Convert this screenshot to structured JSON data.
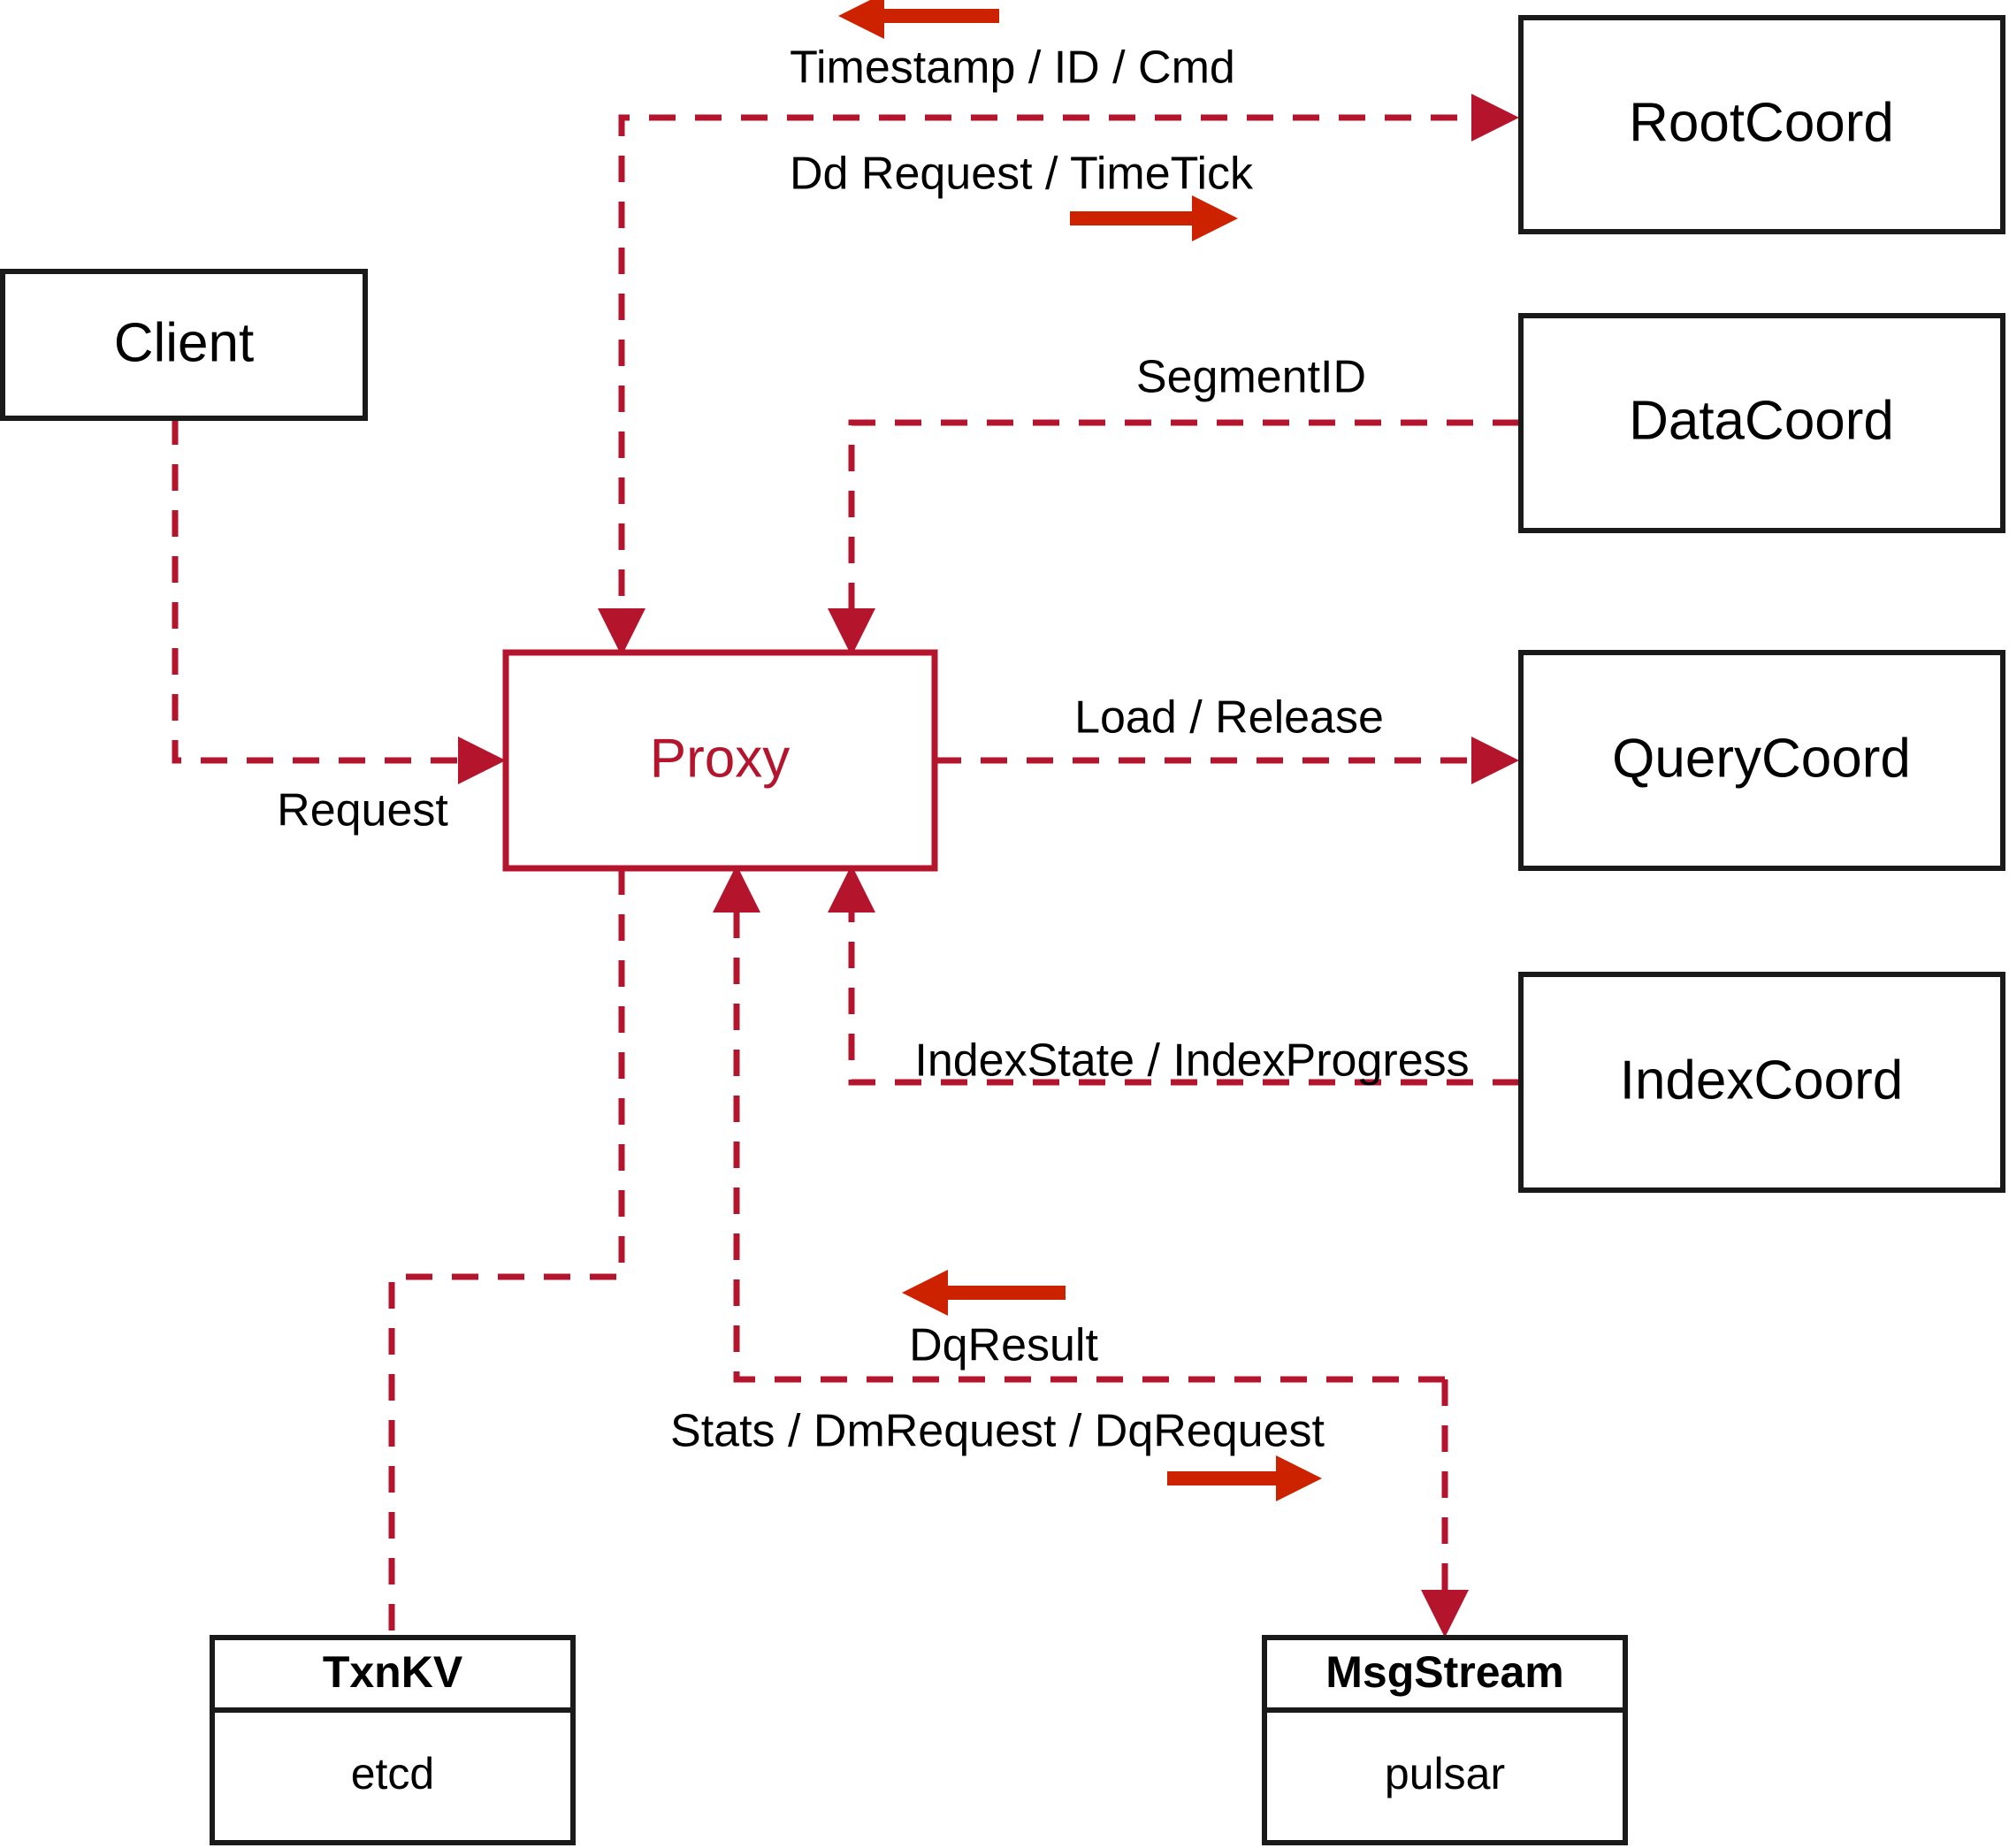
{
  "diagram": {
    "title": "Proxy component interaction diagram",
    "accent_color": "#b4152c",
    "arrow_color": "#cc2200",
    "node_border_color": "#1a1a1a"
  },
  "nodes": {
    "client": {
      "label": "Client"
    },
    "proxy": {
      "label": "Proxy"
    },
    "root_coord": {
      "label": "RootCoord"
    },
    "data_coord": {
      "label": "DataCoord"
    },
    "query_coord": {
      "label": "QueryCoord"
    },
    "index_coord": {
      "label": "IndexCoord"
    },
    "txnkv": {
      "label": "TxnKV",
      "impl": "etcd"
    },
    "msgstream": {
      "label": "MsgStream",
      "impl": "pulsar"
    }
  },
  "edges": [
    {
      "id": "root-to-proxy",
      "label": "Timestamp / ID / Cmd",
      "direction": "left",
      "from": "RootCoord",
      "to": "Proxy"
    },
    {
      "id": "proxy-to-root",
      "label": "Dd Request / TimeTick",
      "direction": "right",
      "from": "Proxy",
      "to": "RootCoord"
    },
    {
      "id": "datacoord-to-proxy",
      "label": "SegmentID",
      "direction": "left",
      "from": "DataCoord",
      "to": "Proxy"
    },
    {
      "id": "client-to-proxy",
      "label": "Request",
      "direction": "right",
      "from": "Client",
      "to": "Proxy"
    },
    {
      "id": "proxy-to-querycoord",
      "label": "Load / Release",
      "direction": "right",
      "from": "Proxy",
      "to": "QueryCoord"
    },
    {
      "id": "indexcoord-to-proxy",
      "label": "IndexState / IndexProgress",
      "direction": "left",
      "from": "IndexCoord",
      "to": "Proxy"
    },
    {
      "id": "msgstream-to-proxy",
      "label": "DqResult",
      "direction": "left",
      "from": "MsgStream",
      "to": "Proxy"
    },
    {
      "id": "proxy-to-msgstream",
      "label": "Stats / DmRequest / DqRequest",
      "direction": "right",
      "from": "Proxy",
      "to": "MsgStream"
    },
    {
      "id": "proxy-to-txnkv",
      "label": "",
      "direction": "down",
      "from": "Proxy",
      "to": "TxnKV"
    }
  ]
}
